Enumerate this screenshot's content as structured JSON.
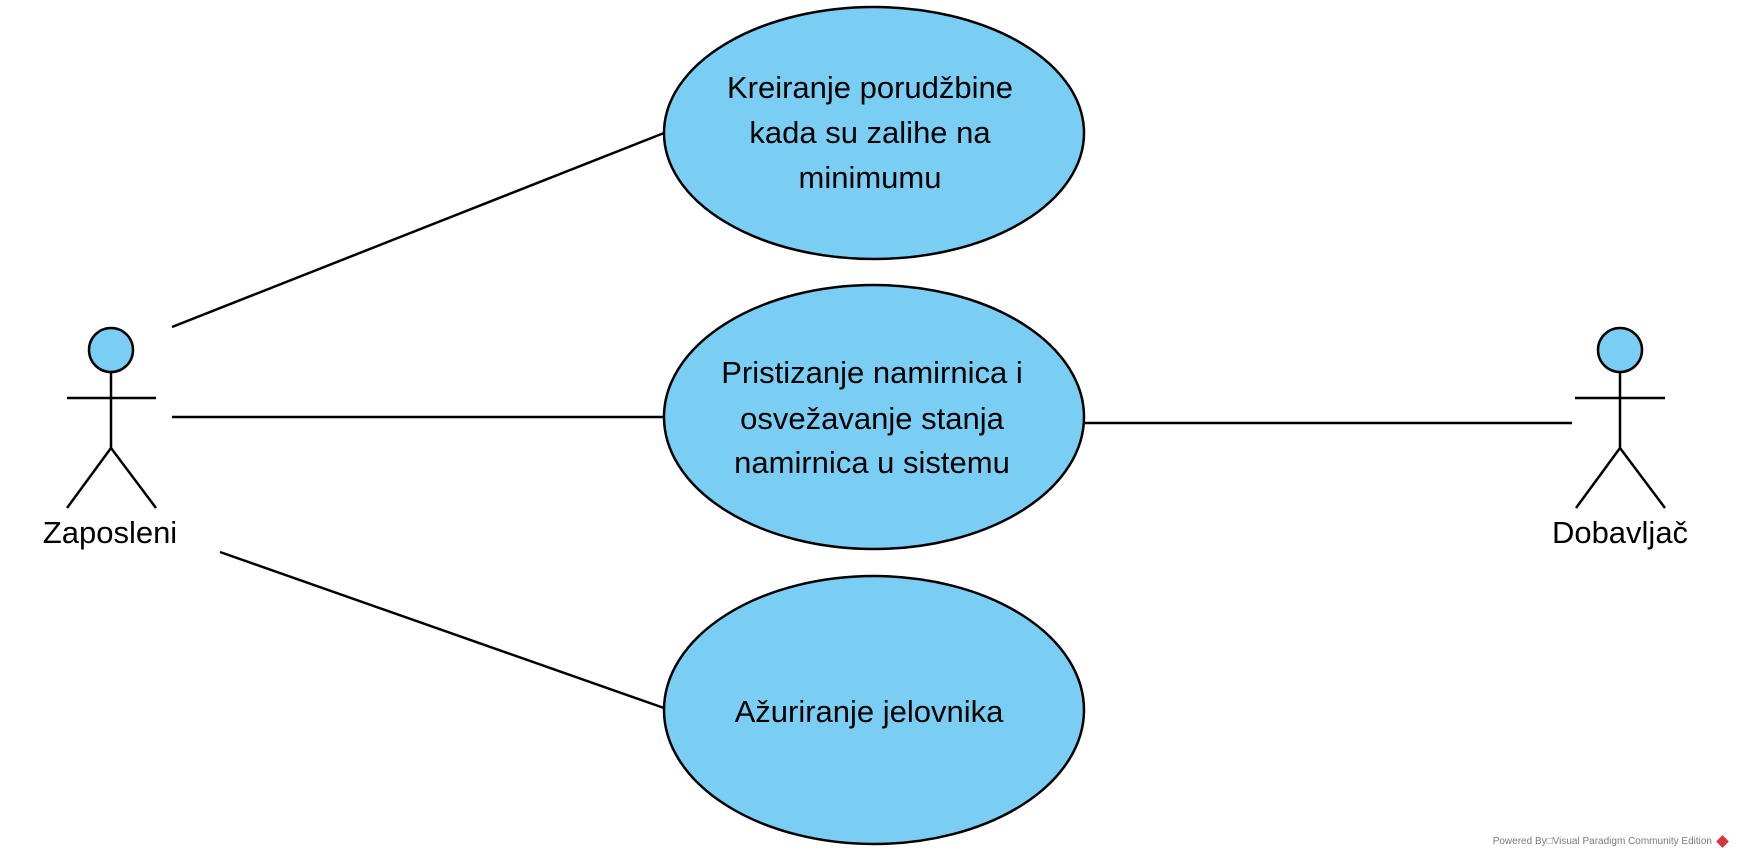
{
  "diagram": {
    "type": "use-case",
    "actors": [
      {
        "id": "zaposleni",
        "label": "Zaposleni"
      },
      {
        "id": "dobavljac",
        "label": "Dobavljač"
      }
    ],
    "use_cases": [
      {
        "id": "uc1",
        "lines": [
          "Kreiranje porudžbine",
          "kada su zalihe na",
          "minimumu"
        ]
      },
      {
        "id": "uc2",
        "lines": [
          "Pristizanje namirnica i",
          "osvežavanje stanja",
          "namirnica u sistemu"
        ]
      },
      {
        "id": "uc3",
        "lines": [
          "Ažuriranje jelovnika"
        ]
      }
    ],
    "associations": [
      {
        "from": "zaposleni",
        "to": "uc1"
      },
      {
        "from": "zaposleni",
        "to": "uc2"
      },
      {
        "from": "zaposleni",
        "to": "uc3"
      },
      {
        "from": "uc2",
        "to": "dobavljac"
      }
    ],
    "colors": {
      "fill": "#7acef4",
      "stroke": "#000000"
    }
  },
  "watermark": {
    "text": "Powered By□Visual Paradigm Community Edition"
  }
}
